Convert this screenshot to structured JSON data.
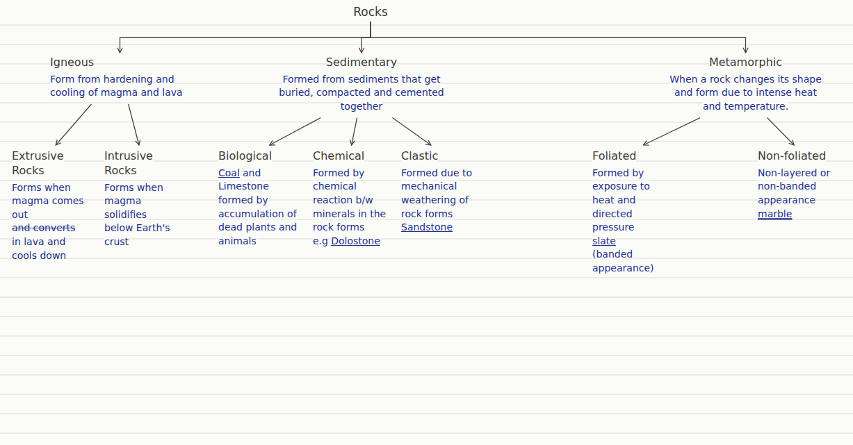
{
  "diagram": {
    "nodes": [
      {
        "text": [
          "Rocks"
        ]
      },
      {
        "text": [
          "Igneous",
          "Form from hardening and cooling of magma and lava"
        ]
      },
      {
        "text": [
          "Sedimentary",
          "Formed from sediments that get buried, compacted and cemented together"
        ]
      },
      {
        "text": [
          "Metamorphic",
          "When a rock changes its shape and form due to intense heat and temperature."
        ]
      },
      {
        "text": [
          "Extrusive Rocks",
          "Forms when magma comes out",
          "and converts",
          "in lava and cools down"
        ]
      },
      {
        "text": [
          "Intrusive Rocks",
          "Forms when magma solidifies below Earth's crust"
        ]
      },
      {
        "text": [
          "Biological",
          "Coal",
          "and Limestone formed by accumulation of dead plants and animals"
        ]
      },
      {
        "text": [
          "Chemical",
          "Formed by chemical reaction b/w minerals in the rock forms",
          "e.g",
          "Dolostone"
        ]
      },
      {
        "text": [
          "Clastic",
          "Formed due to mechanical weathering of rock forms",
          "Sandstone"
        ]
      },
      {
        "text": [
          "Foliated",
          "Formed by exposure to heat and directed pressure",
          "slate",
          "(banded appearance)"
        ]
      },
      {
        "text": [
          "Non-foliated",
          "Non-layered or non-banded appearance",
          "marble"
        ]
      }
    ],
    "edges": [
      {
        "from": 0,
        "to": 1,
        "arrow": "to"
      },
      {
        "from": 0,
        "to": 2,
        "arrow": "to"
      },
      {
        "from": 0,
        "to": 3,
        "arrow": "to"
      },
      {
        "from": 1,
        "to": 4,
        "arrow": "to"
      },
      {
        "from": 1,
        "to": 5,
        "arrow": "to"
      },
      {
        "from": 2,
        "to": 6,
        "arrow": "to"
      },
      {
        "from": 2,
        "to": 7,
        "arrow": "to"
      },
      {
        "from": 2,
        "to": 8,
        "arrow": "to"
      },
      {
        "from": 3,
        "to": 9,
        "arrow": "to"
      },
      {
        "from": 3,
        "to": 10,
        "arrow": "to"
      }
    ]
  }
}
